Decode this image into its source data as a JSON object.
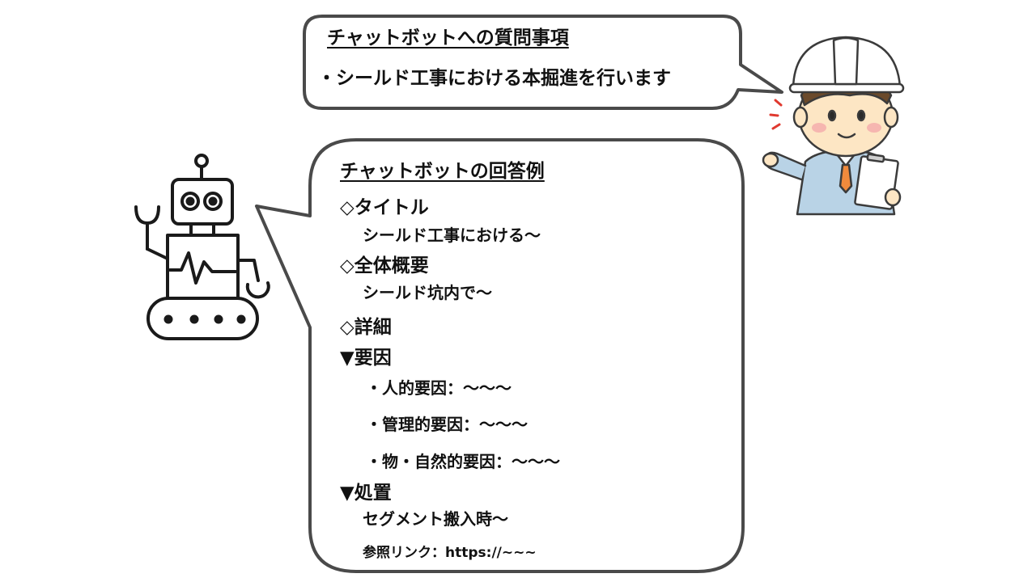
{
  "question_bubble": {
    "heading": "チャットボットへの質問事項",
    "line": "・シールド工事における本掘進を行います"
  },
  "answer_bubble": {
    "heading": "チャットボットの回答例",
    "title_label": "◇タイトル",
    "title_value": "シールド工事における〜",
    "overview_label": "◇全体概要",
    "overview_value": "シールド坑内で〜",
    "detail_label": "◇詳細",
    "cause_label": "▼要因",
    "causes": [
      "・人的要因：〜〜〜",
      "・管理的要因：〜〜〜",
      "・物・自然的要因：〜〜〜"
    ],
    "treatment_label": "▼処置",
    "treatment_value": "セグメント搬入時〜",
    "reference": "参照リンク：https://~~~"
  },
  "illustrations": {
    "robot": "robot-icon",
    "worker": "construction-worker-icon"
  },
  "colors": {
    "bubble_border": "#4a4a4a",
    "helmet": "#ffffff",
    "uniform": "#b9d3e6",
    "skin": "#fde6c4",
    "hair": "#6b4a2b",
    "blush": "#f6b6b0",
    "accent_red": "#e0392f"
  }
}
